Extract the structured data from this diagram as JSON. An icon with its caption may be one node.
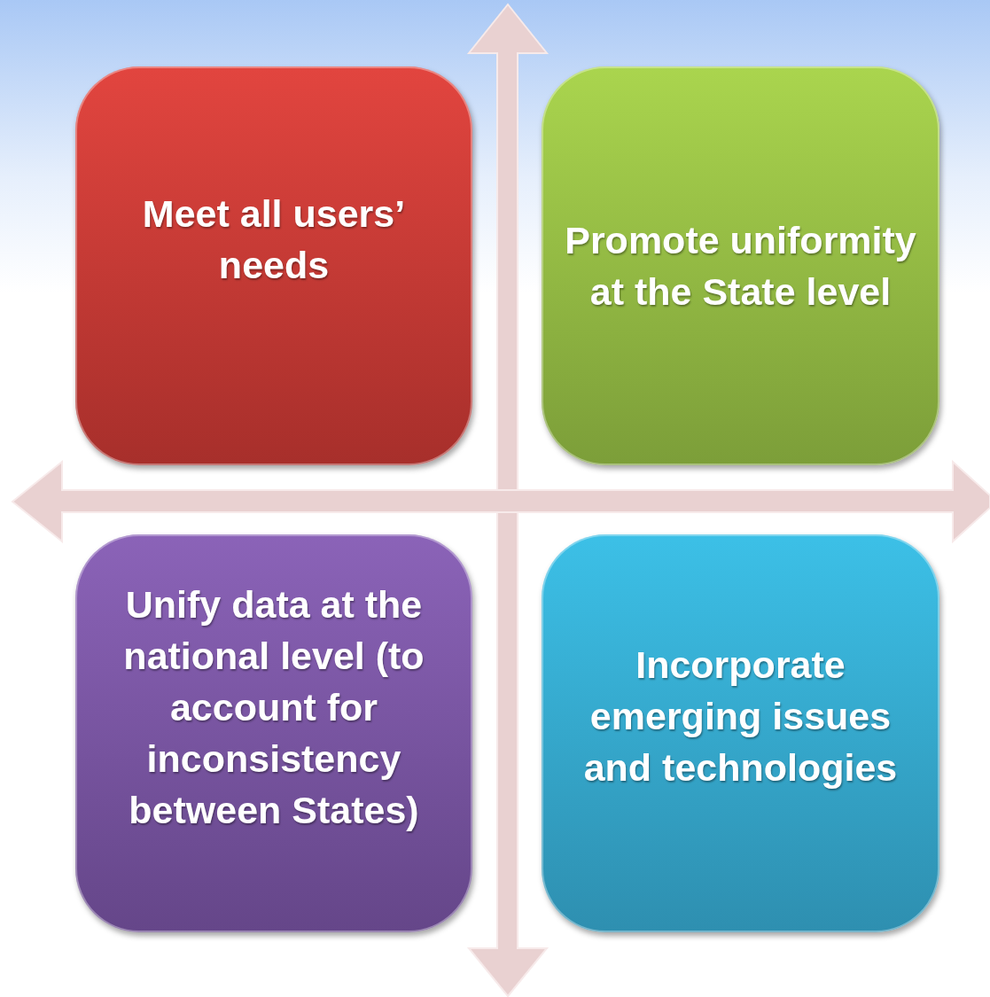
{
  "diagram": {
    "nodes": [
      {
        "text": [
          "Meet all users’ needs"
        ]
      },
      {
        "text": [
          "Promote uniformity at the State level"
        ]
      },
      {
        "text": [
          "Unify data at the national level (to account for inconsistency between States)"
        ]
      },
      {
        "text": [
          "Incorporate emerging issues and technologies"
        ]
      }
    ],
    "edges": []
  }
}
